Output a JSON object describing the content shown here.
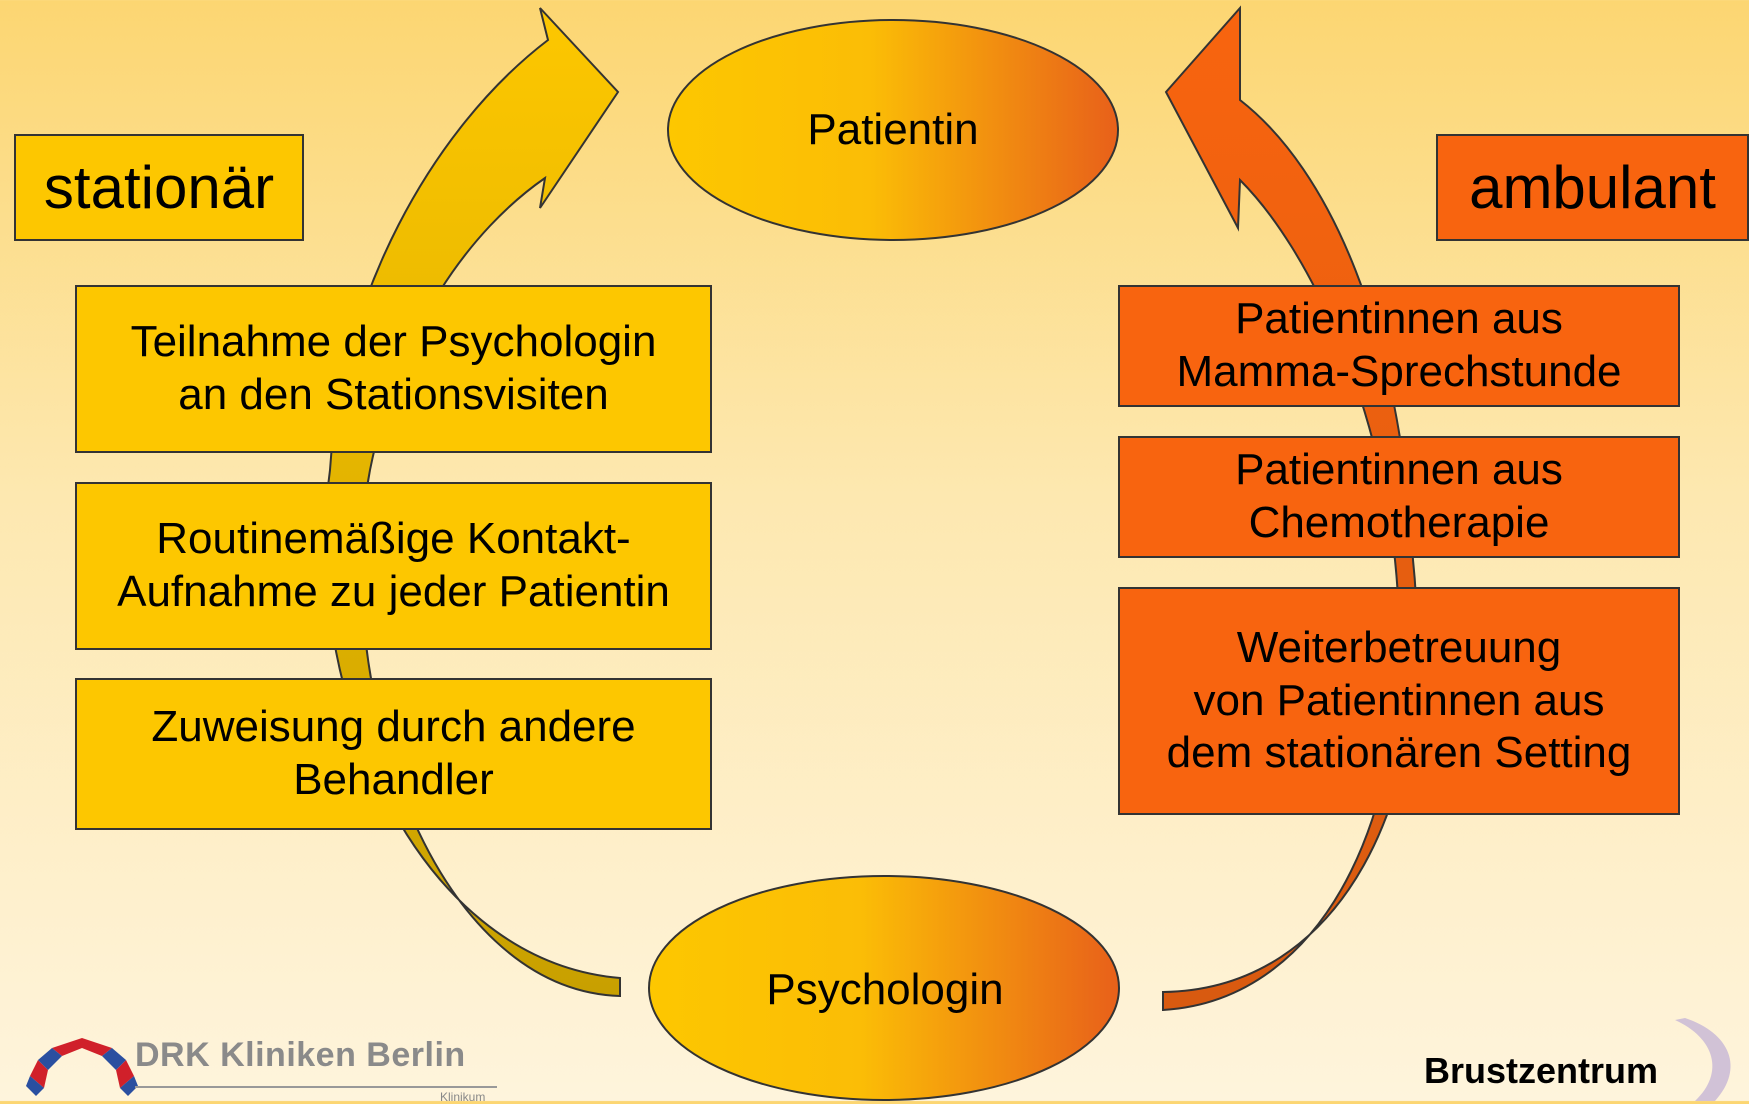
{
  "ellipses": {
    "top": "Patientin",
    "bottom": "Psychologin"
  },
  "sections": {
    "left_label": "stationär",
    "right_label": "ambulant"
  },
  "left_items": [
    [
      "Teilnahme der Psychologin",
      "an den Stationsvisiten"
    ],
    [
      "Routinemäßige Kontakt-",
      "Aufnahme zu jeder Patientin"
    ],
    [
      "Zuweisung durch andere",
      "Behandler"
    ]
  ],
  "right_items": [
    [
      "Patientinnen aus",
      "Mamma-Sprechstunde"
    ],
    [
      "Patientinnen aus",
      "Chemotherapie"
    ],
    [
      "Weiterbetreuung",
      "von Patientinnen aus",
      "dem stationären Setting"
    ]
  ],
  "footer": {
    "left_logo": "DRK Kliniken Berlin",
    "left_logo_sub": "Klinikum",
    "right_brand": "Brustzentrum"
  },
  "colors": {
    "yellow": "#fdc700",
    "orange": "#f8640f"
  }
}
